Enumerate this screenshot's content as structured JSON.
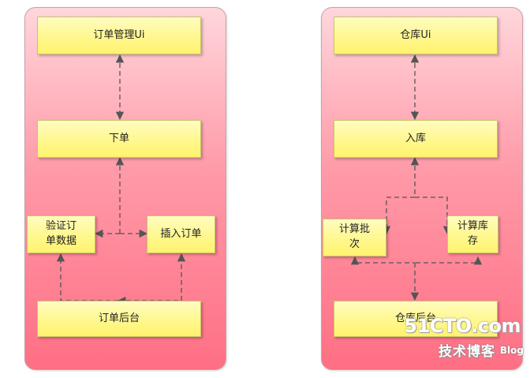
{
  "left_panel": {
    "top_box": "订单管理Ui",
    "middle_box": "下单",
    "validate_box": "验证订\n单数据",
    "insert_box": "插入订单",
    "bottom_box": "订单后台"
  },
  "right_panel": {
    "top_box": "仓库Ui",
    "middle_box": "入库",
    "batch_box": "计算批\n次",
    "stock_box": "计算库\n存",
    "bottom_box": "仓库后台"
  },
  "watermark": {
    "site": "51CTO.com",
    "tagline": "技术博客",
    "blog": "Blog"
  },
  "colors": {
    "panel_top": "#ffd6dc",
    "panel_bottom": "#ff6f84",
    "box_fill": "#fff78a",
    "connector": "#555555"
  }
}
